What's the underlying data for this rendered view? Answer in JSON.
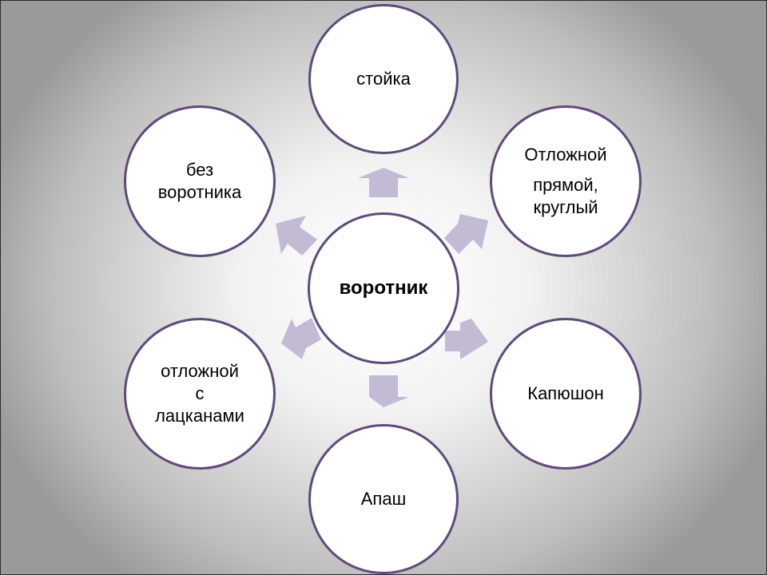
{
  "diagram": {
    "center": {
      "label": "воротник"
    },
    "nodes": [
      {
        "id": "stoika",
        "lines": [
          "стойка"
        ]
      },
      {
        "id": "otlozhnoy-pryamoy",
        "lines": [
          "Отложной",
          "прямой,",
          "круглый"
        ]
      },
      {
        "id": "kapyushon",
        "lines": [
          "Капюшон"
        ]
      },
      {
        "id": "apash",
        "lines": [
          "Апаш"
        ]
      },
      {
        "id": "otlozhnoy-s-lackanami",
        "lines": [
          "отложной",
          "с",
          "лацканами"
        ]
      },
      {
        "id": "bez-vorotnika",
        "lines": [
          "без",
          "воротника"
        ]
      }
    ],
    "colors": {
      "circle_border": "#604a7b",
      "arrow_fill": "#c3bbd3",
      "circle_fill": "#ffffff"
    }
  }
}
